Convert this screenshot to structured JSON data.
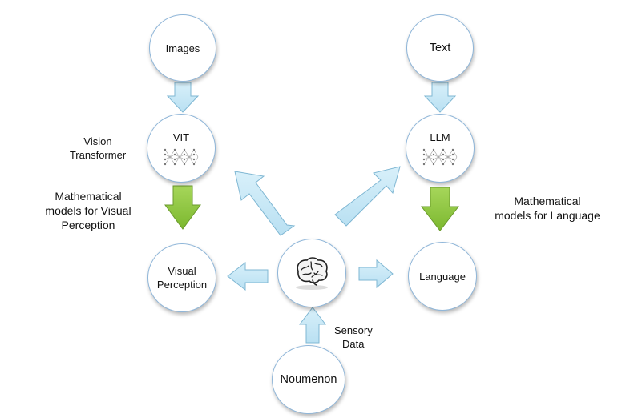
{
  "nodes": {
    "images": {
      "label": "Images"
    },
    "text": {
      "label": "Text"
    },
    "vit": {
      "label": "VIT"
    },
    "llm": {
      "label": "LLM"
    },
    "visual_perception": {
      "label_line1": "Visual",
      "label_line2": "Perception"
    },
    "language": {
      "label": "Language"
    },
    "noumenon": {
      "label": "Noumenon"
    }
  },
  "annotations": {
    "vision_transformer": {
      "line1": "Vision",
      "line2": "Transformer"
    },
    "visual_models": {
      "line1": "Mathematical",
      "line2": "models for Visual",
      "line3": "Perception"
    },
    "language_models": {
      "line1": "Mathematical",
      "line2": "models for Language"
    },
    "sensory_data": {
      "line1": "Sensory",
      "line2": "Data"
    }
  },
  "icons": {
    "brain": "brain-icon",
    "network": "neural-network-icon"
  },
  "colors": {
    "circle_border": "#8fb6d9",
    "arrow_light_blue": "#c6e7f5",
    "arrow_light_blue_border": "#7fb7d3",
    "arrow_green": "#8cc63f",
    "arrow_green_border": "#6a9a2c"
  }
}
